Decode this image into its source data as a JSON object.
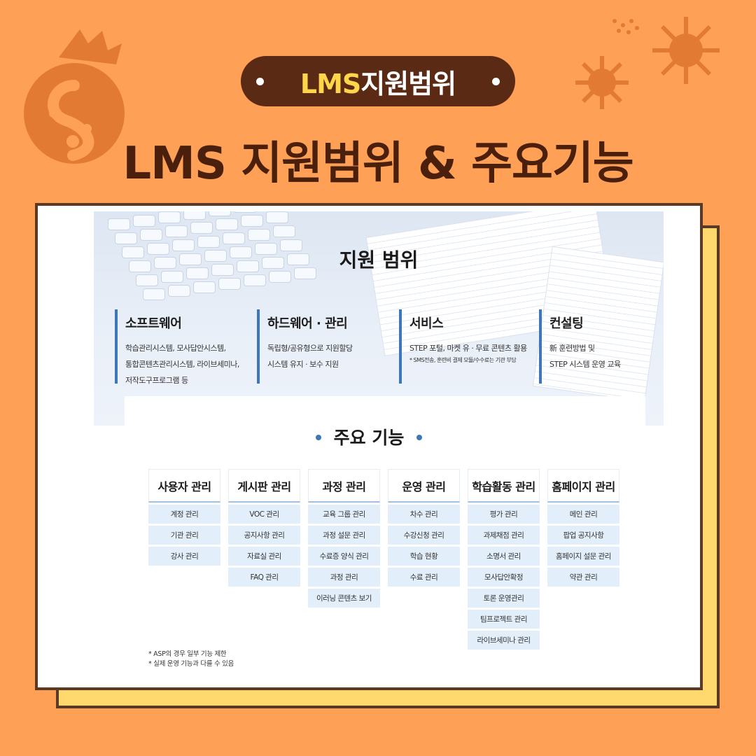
{
  "header": {
    "pill_part1": "LMS",
    "pill_part2": "지원범위",
    "title": "LMS 지원범위 & 주요기능"
  },
  "support": {
    "title": "지원 범위",
    "columns": [
      {
        "heading": "소프트웨어",
        "lines": [
          "학습관리시스템, 모사답안시스템,",
          "통합콘텐츠관리시스템, 라이브세미나,",
          "저작도구프로그램 등"
        ]
      },
      {
        "heading": "하드웨어 · 관리",
        "lines": [
          "독립형/공유형으로 지원할당",
          "시스템 유지 · 보수 지원"
        ]
      },
      {
        "heading": "서비스",
        "lines": [
          "STEP 포털, 마켓 유 · 무료 콘텐츠 활용"
        ],
        "note": "* SMS전송, 훈련비 결제 모듈/수수료는 기관 부담"
      },
      {
        "heading": "컨설팅",
        "lines": [
          "新 훈련방법 및",
          "STEP 시스템 운영 교육"
        ]
      }
    ]
  },
  "features": {
    "title": "주요 기능",
    "columns": [
      {
        "header": "사용자 관리",
        "items": [
          "계정 관리",
          "기관 관리",
          "강사 관리"
        ]
      },
      {
        "header": "게시판 관리",
        "items": [
          "VOC 관리",
          "공지사항 관리",
          "자료실 관리",
          "FAQ 관리"
        ]
      },
      {
        "header": "과정 관리",
        "items": [
          "교육 그룹 관리",
          "과정 설문 관리",
          "수료증 양식 관리",
          "과정 관리",
          "이러닝 콘텐츠 보기"
        ]
      },
      {
        "header": "운영 관리",
        "items": [
          "차수 관리",
          "수강신청 관리",
          "학습 현황",
          "수료 관리"
        ]
      },
      {
        "header": "학습활동 관리",
        "items": [
          "평가 관리",
          "과제채점 관리",
          "소명서 관리",
          "모사답안확정",
          "토론 운영관리",
          "팀프로젝트 관리",
          "라이브세미나 관리"
        ]
      },
      {
        "header": "홈페이지 관리",
        "items": [
          "메인 관리",
          "팝업 공지사항",
          "홈페이지 설문 관리",
          "약관 관리"
        ]
      }
    ]
  },
  "notes": [
    "* ASP의 경우 일부 기능 제한",
    "* 실제 운영 기능과 다를 수 있음"
  ],
  "colors": {
    "background": "#FFA057",
    "pill": "#5A2A14",
    "accent": "#3D77B8",
    "title": "#4A200C",
    "cell": "#E2EEFA"
  },
  "icons": [
    "germ-flask-icon",
    "virus-icon"
  ]
}
